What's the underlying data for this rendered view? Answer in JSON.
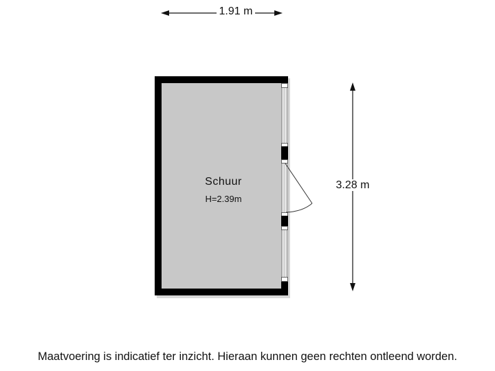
{
  "floorplan": {
    "width_dimension": "1.91 m",
    "height_dimension": "3.28 m",
    "room": {
      "name": "Schuur",
      "height": "H=2.39m"
    },
    "colors": {
      "wall": "#000000",
      "floor": "#c8c8c8",
      "background": "#ffffff"
    }
  },
  "disclaimer": "Maatvoering is indicatief ter inzicht. Hieraan kunnen geen rechten ontleend worden."
}
